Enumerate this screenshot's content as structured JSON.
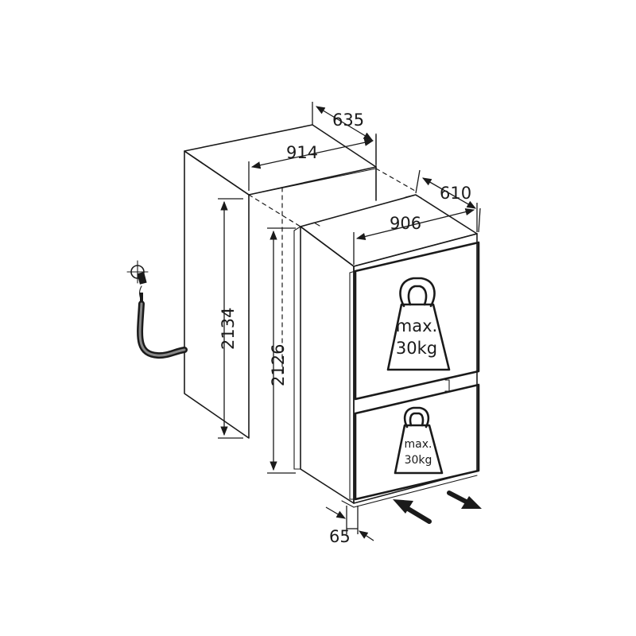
{
  "dimensions": {
    "niche_depth": "635",
    "niche_width": "914",
    "niche_height": "2134",
    "appliance_depth": "610",
    "appliance_width": "906",
    "appliance_height": "2126",
    "door_offset": "65"
  },
  "load_limits": {
    "upper": {
      "line1": "max.",
      "line2": "30kg"
    },
    "lower": {
      "line1": "max.",
      "line2": "30kg"
    }
  },
  "icons": [
    "water-connection-icon",
    "weight-icon",
    "airflow-in-arrow-icon",
    "airflow-out-arrow-icon"
  ]
}
